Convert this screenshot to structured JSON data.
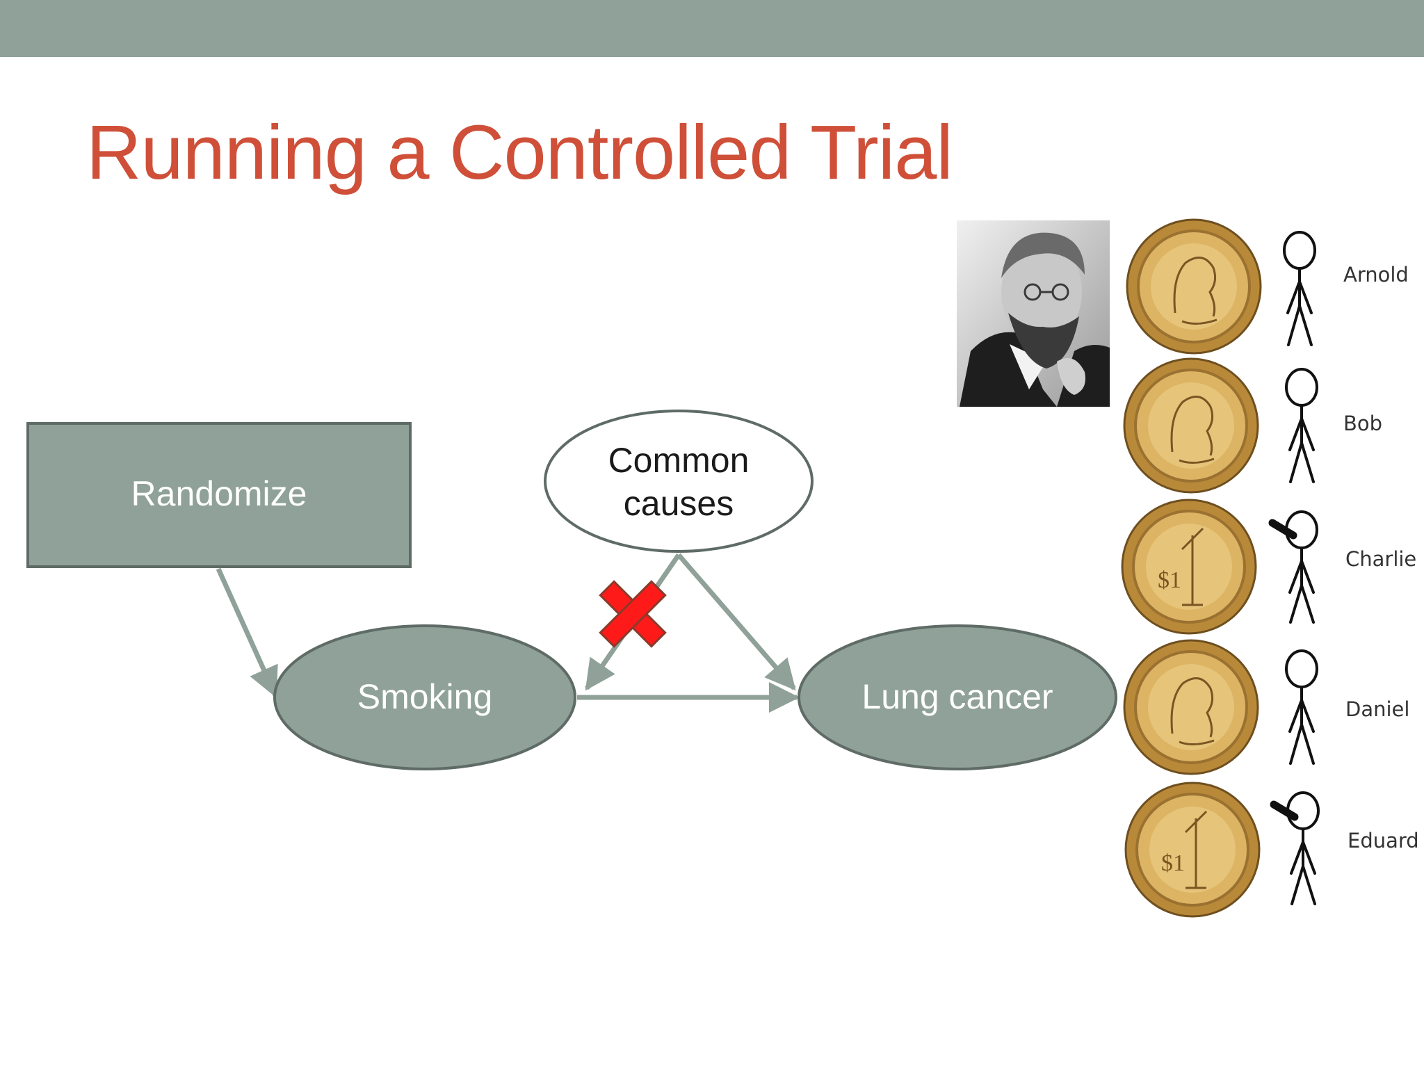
{
  "slide": {
    "title": "Running a Controlled Trial"
  },
  "colors": {
    "accent_title": "#cf4f38",
    "node_fill": "#8fa198",
    "node_stroke": "#5f6b66",
    "edge": "#8fa198",
    "blocked_mark": "#ff1a1a",
    "top_bar": "#8fa198"
  },
  "diagram": {
    "nodes": {
      "randomize": "Randomize",
      "common_causes_line1": "Common",
      "common_causes_line2": "causes",
      "smoking": "Smoking",
      "lung_cancer": "Lung cancer"
    },
    "edges": [
      {
        "from": "Randomize",
        "to": "Smoking",
        "blocked": false
      },
      {
        "from": "Common causes",
        "to": "Smoking",
        "blocked": true
      },
      {
        "from": "Common causes",
        "to": "Lung cancer",
        "blocked": false
      },
      {
        "from": "Smoking",
        "to": "Lung cancer",
        "blocked": false
      }
    ],
    "blocked_icon": "cross-icon"
  },
  "portrait": {
    "icon": "bearded-man-portrait"
  },
  "participants": [
    {
      "name": "Arnold",
      "coin": "heads",
      "smoking": false
    },
    {
      "name": "Bob",
      "coin": "heads",
      "smoking": false
    },
    {
      "name": "Charlie",
      "coin": "tails",
      "smoking": true
    },
    {
      "name": "Daniel",
      "coin": "heads",
      "smoking": false
    },
    {
      "name": "Eduard",
      "coin": "tails",
      "smoking": true
    }
  ]
}
